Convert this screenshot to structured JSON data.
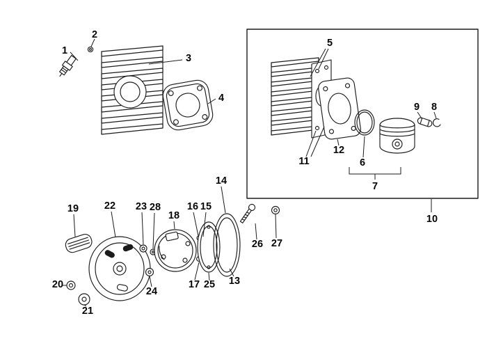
{
  "figure": {
    "callouts": [
      "1",
      "2",
      "3",
      "4",
      "5",
      "6",
      "7",
      "8",
      "9",
      "10",
      "11",
      "12",
      "13",
      "14",
      "15",
      "16",
      "17",
      "18",
      "19",
      "20",
      "21",
      "22",
      "23",
      "24",
      "25",
      "26",
      "27",
      "28"
    ]
  },
  "colors": {
    "ink": "#1b1b1b",
    "background": "#ffffff"
  }
}
